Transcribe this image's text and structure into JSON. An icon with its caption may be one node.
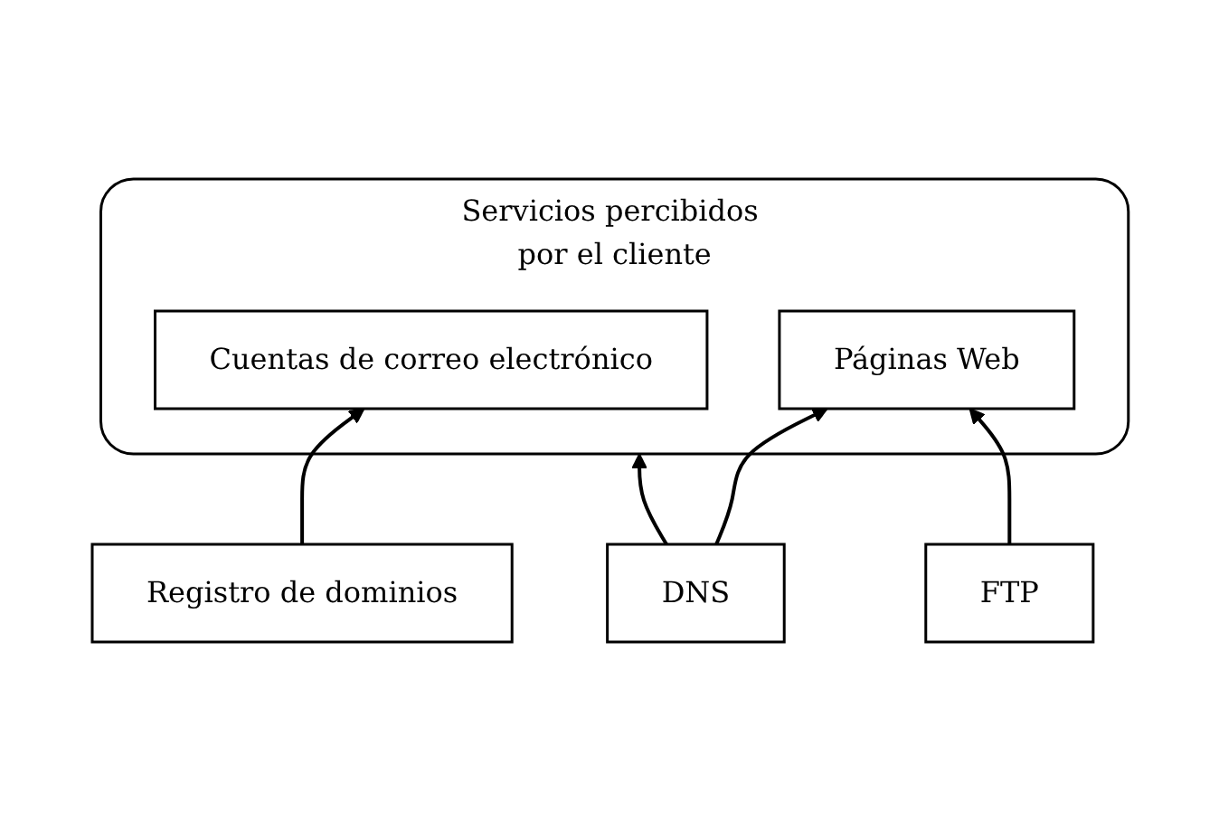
{
  "diagram": {
    "nodes": [
      {
        "text": [
          "Servicios percibidos por el cliente"
        ]
      },
      {
        "text": [
          "Cuentas de correo electrónico"
        ],
        "in": 0
      },
      {
        "text": [
          "Páginas Web"
        ],
        "in": 0
      },
      {
        "text": [
          "Registro de dominios"
        ]
      },
      {
        "text": [
          "DNS"
        ]
      },
      {
        "text": [
          "FTP"
        ]
      }
    ],
    "edges": [
      {
        "from": 3,
        "to": 1,
        "arrow": "to"
      },
      {
        "from": 4,
        "to": 0,
        "arrow": "to"
      },
      {
        "from": 4,
        "to": 2,
        "arrow": "to"
      },
      {
        "from": 5,
        "to": 2,
        "arrow": "to"
      }
    ]
  }
}
